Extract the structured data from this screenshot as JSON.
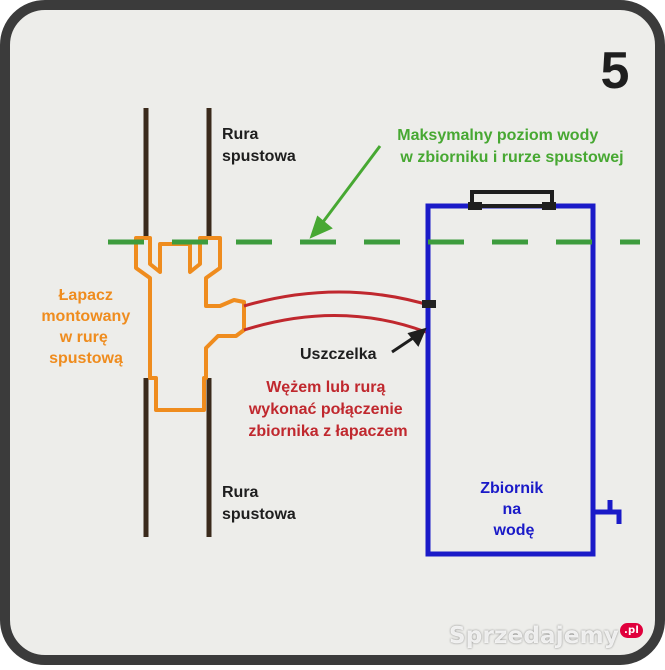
{
  "step_number": "5",
  "labels": {
    "downpipe_top": [
      "Rura",
      "spustowa"
    ],
    "downpipe_bottom": [
      "Rura",
      "spustowa"
    ],
    "max_level": [
      "Maksymalny poziom wody",
      "w zbiorniku i rurze spustowej"
    ],
    "collector": [
      "Łapacz",
      "montowany",
      "w rurę",
      "spustową"
    ],
    "gasket": "Uszczelka",
    "hose": [
      "Wężem lub rurą",
      "wykonać połączenie",
      "zbiornika z łapaczem"
    ],
    "tank": [
      "Zbiornik",
      "na",
      "wodę"
    ]
  },
  "watermark": {
    "text": "Sprzedajemy",
    "suffix": ".pl"
  },
  "colors": {
    "background": "#ededea",
    "frame": "#3b3b3b",
    "pipe": "#3a2a1c",
    "collector": "#ef8c1e",
    "water_level": "#3d9c3d",
    "tank": "#1a1ac8",
    "hose": "#c0282e",
    "label_green": "#47a832",
    "label_orange": "#ef8c1e",
    "label_red": "#c0282e",
    "label_blue": "#1a1ac8",
    "label_dark": "#1e1e1e"
  }
}
